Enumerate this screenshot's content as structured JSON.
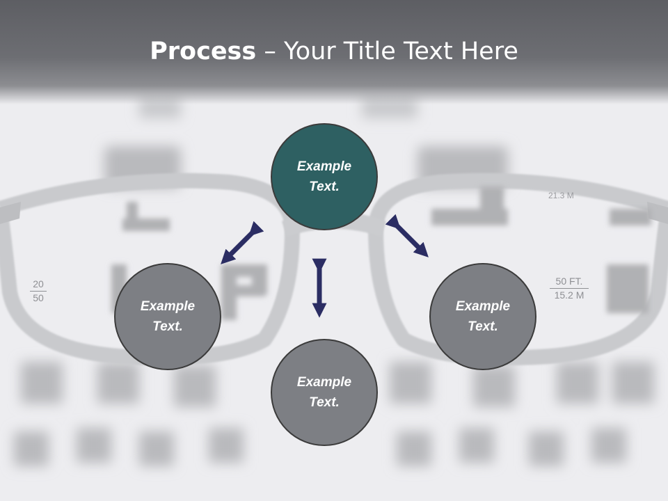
{
  "slide": {
    "title_bold": "Process",
    "title_rest": " – Your Title Text Here"
  },
  "background_chart": {
    "left_fraction_top": "20",
    "left_fraction_bottom": "50",
    "right_label_ft": "50 FT.",
    "right_label_m": "15.2 M",
    "right_label_small": "21.3 M"
  },
  "circles": {
    "top": {
      "line1": "Example",
      "line2": "Text."
    },
    "left": {
      "line1": "Example",
      "line2": "Text."
    },
    "right": {
      "line1": "Example",
      "line2": "Text."
    },
    "bottom": {
      "line1": "Example",
      "line2": "Text."
    }
  },
  "colors": {
    "accent_teal": "#2e6062",
    "circle_gray": "#7d7f84",
    "arrow_navy": "#2b2d63",
    "title_bar": "#6d6e73"
  }
}
